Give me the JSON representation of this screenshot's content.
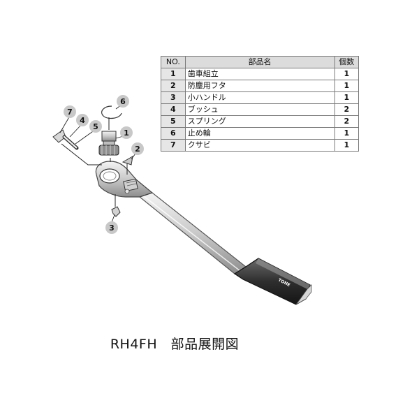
{
  "parts_table": {
    "headers": {
      "no": "NO.",
      "name": "部品名",
      "qty": "個数"
    },
    "rows": [
      {
        "no": "1",
        "name": "歯車組立",
        "qty": "1"
      },
      {
        "no": "2",
        "name": "防塵用フタ",
        "qty": "1"
      },
      {
        "no": "3",
        "name": "小ハンドル",
        "qty": "1"
      },
      {
        "no": "4",
        "name": "ブッシュ",
        "qty": "2"
      },
      {
        "no": "5",
        "name": "スプリング",
        "qty": "2"
      },
      {
        "no": "6",
        "name": "止め輪",
        "qty": "1"
      },
      {
        "no": "7",
        "name": "クサビ",
        "qty": "1"
      }
    ]
  },
  "callouts": [
    "1",
    "2",
    "3",
    "4",
    "5",
    "6",
    "7"
  ],
  "handle_brand": "TONE",
  "caption": "RH4FH　部品展開図"
}
